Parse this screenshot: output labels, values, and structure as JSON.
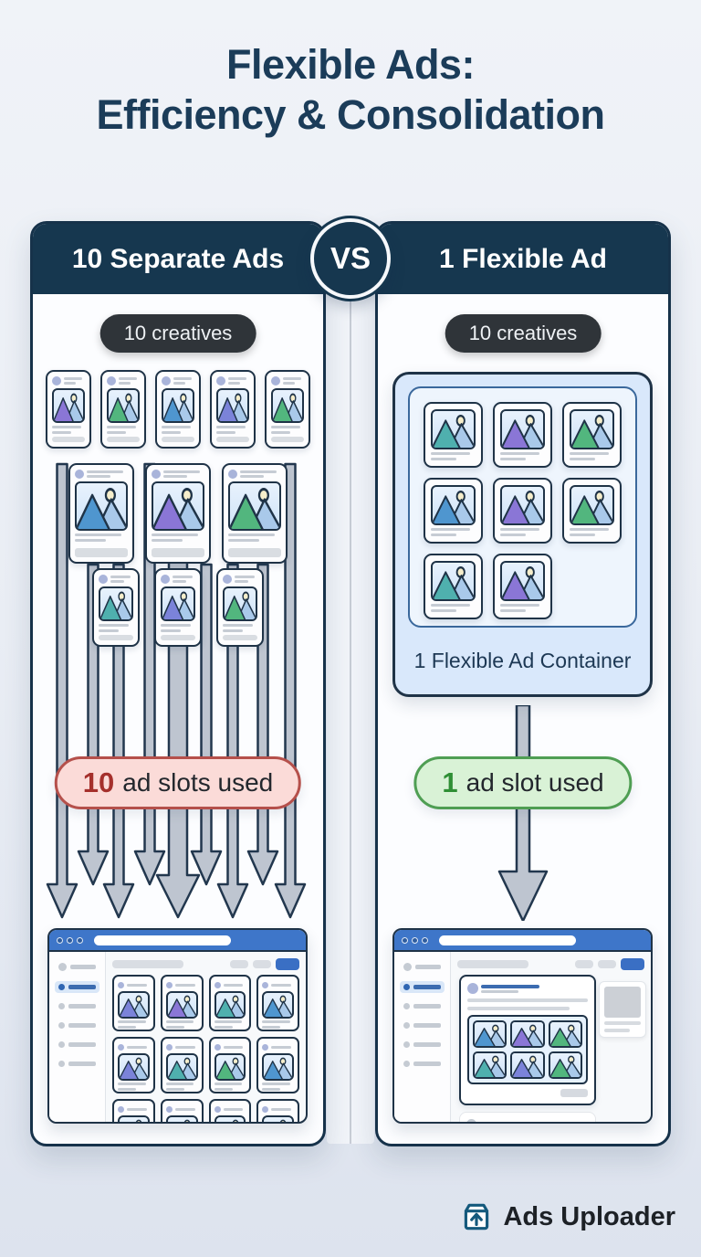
{
  "title": {
    "line1": "Flexible Ads:",
    "line2": "Efficiency & Consolidation"
  },
  "vs_label": "VS",
  "left_panel": {
    "header": "10 Separate Ads",
    "creatives_badge": "10 creatives",
    "creative_rows": [
      [
        "violet",
        "green",
        "blue",
        "indigo",
        "green"
      ],
      [
        "blue",
        "violet",
        "green"
      ],
      [
        "teal",
        "indigo",
        "green"
      ]
    ],
    "slots_pill": {
      "number": "10",
      "label": "ad slots used"
    },
    "browser_grid": [
      "indigo",
      "violet",
      "teal",
      "blue",
      "indigo",
      "teal",
      "green",
      "blue",
      "violet",
      "blue",
      "teal",
      "indigo"
    ]
  },
  "right_panel": {
    "header": "1 Flexible Ad",
    "creatives_badge": "10 creatives",
    "container_label": "1 Flexible Ad Container",
    "container_grid": [
      "teal",
      "violet",
      "green",
      "blue",
      "violet",
      "green",
      "teal",
      "violet"
    ],
    "slots_pill": {
      "number": "1",
      "label": "ad slot used"
    },
    "post_grid": [
      "blue",
      "violet",
      "green",
      "teal",
      "indigo",
      "green"
    ]
  },
  "footer": {
    "brand": "Ads Uploader"
  },
  "colors": {
    "navy": "#16374f",
    "title_navy": "#1b3c59",
    "browser_blue": "#3e76c9",
    "badge_dark": "#2f3439",
    "red": "#a5302c",
    "red_bg": "#fbdbd8",
    "red_border": "#b5504b",
    "green": "#2f8f35",
    "green_bg": "#d9f2d6",
    "green_border": "#4f9e53",
    "container_bg": "#d9e8fb",
    "container_inner_bg": "#eef5fd",
    "arrow_fill": "#bec5d0",
    "arrow_stroke": "#22374e",
    "brand_icon": "#14597c",
    "palette": {
      "indigo": "#7b83d9",
      "violet": "#8a76d6",
      "green": "#52b67e",
      "teal": "#4fb0ae",
      "blue": "#4f96cf",
      "sky": "#7fb3e0"
    }
  }
}
